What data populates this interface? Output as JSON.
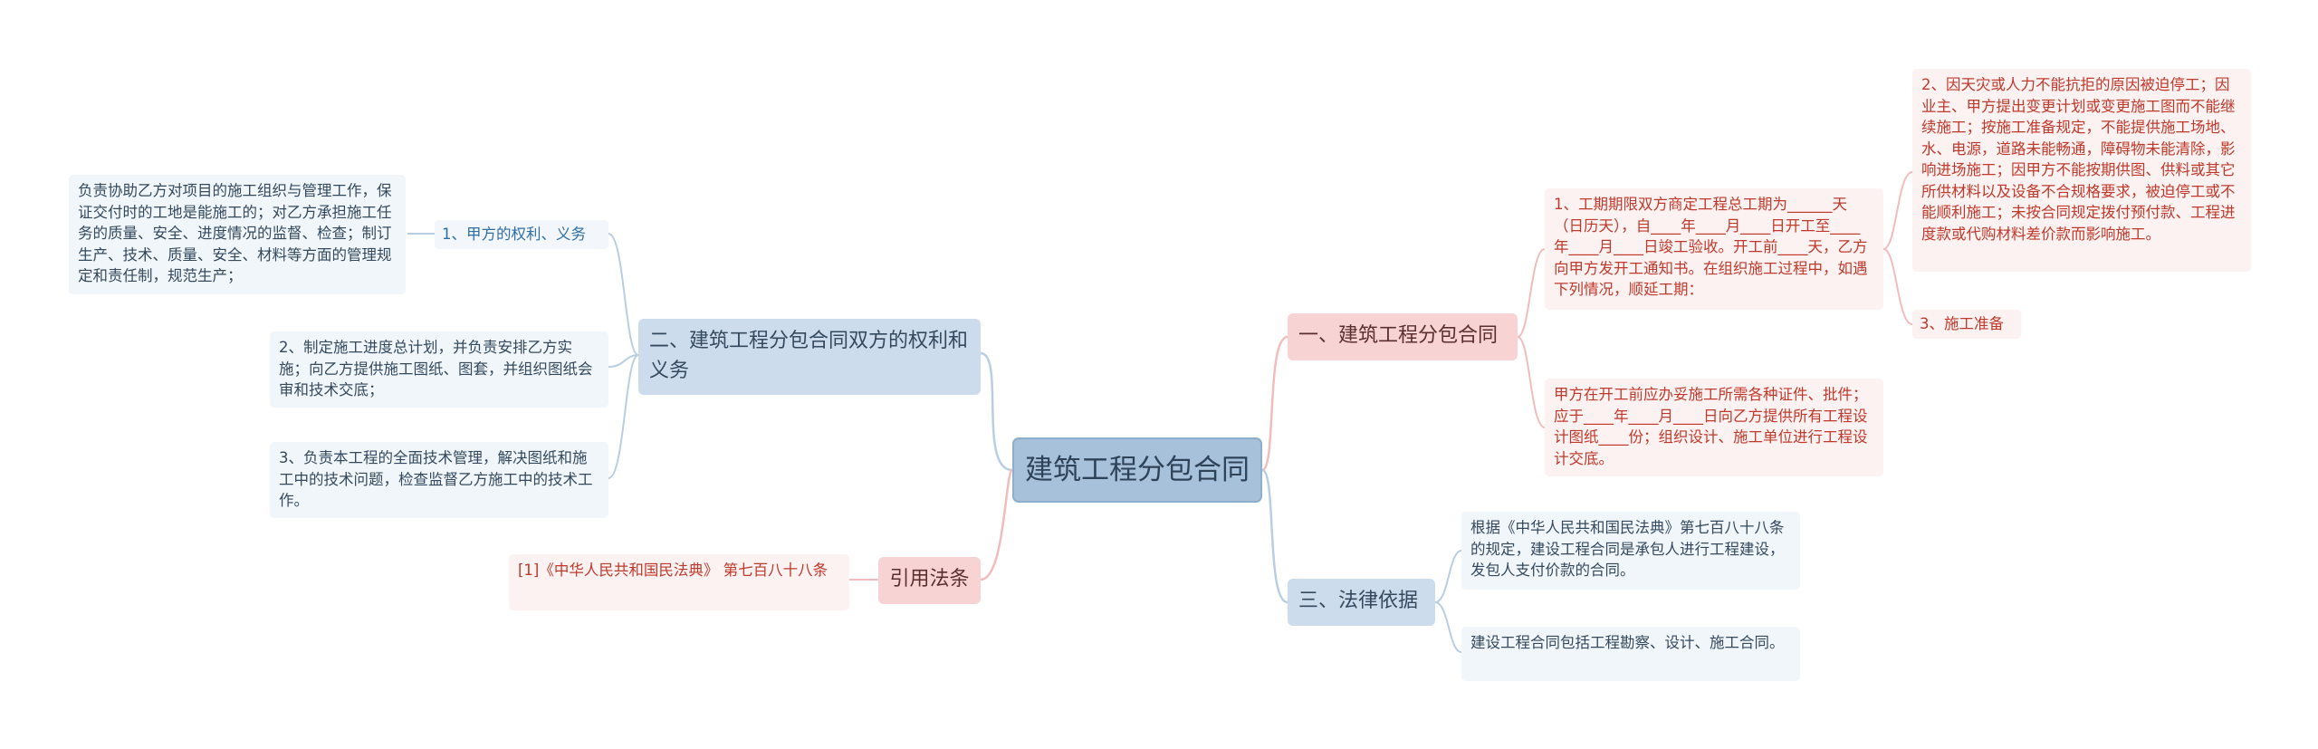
{
  "mindmap": {
    "root": "建筑工程分包合同",
    "left": {
      "rights": {
        "title": "二、建筑工程分包合同双方的权利和义务",
        "party_a_label": "1、甲方的权利、义务",
        "party_a_detail": "负责协助乙方对项目的施工组织与管理工作，保证交付时的工地是能施工的；对乙方承担施工任务的质量、安全、进度情况的监督、检查；制订生产、技术、质量、安全、材料等方面的管理规定和责任制，规范生产；",
        "item2": "2、制定施工进度总计划，并负责安排乙方实施；向乙方提供施工图纸、图套，并组织图纸会审和技术交底；",
        "item3": "3、负责本工程的全面技术管理，解决图纸和施工中的技术问题，检查监督乙方施工中的技术工作。"
      },
      "citation": {
        "title": "引用法条",
        "ref": "[1]《中华人民共和国民法典》 第七百八十八条"
      }
    },
    "right": {
      "contract": {
        "title": "一、建筑工程分包合同",
        "period": "1、工期期限双方商定工程总工期为______天（日历天），自____年____月____日开工至____年____月____日竣工验收。开工前____天，乙方向甲方发开工通知书。在组织施工过程中，如遇下列情况，顺延工期：",
        "delay_reason": "2、因天灾或人力不能抗拒的原因被迫停工；因业主、甲方提出变更计划或变更施工图而不能继续施工；按施工准备规定，不能提供施工场地、水、电源，道路未能畅通，障碍物未能清除，影响进场施工；因甲方不能按期供图、供料或其它所供材料以及设备不合规格要求，被迫停工或不能顺利施工；未按合同规定拨付预付款、工程进度款或代购材料差价款而影响施工。",
        "prep_label": "3、施工准备",
        "prep_detail": "甲方在开工前应办妥施工所需各种证件、批件；应于____年____月____日向乙方提供所有工程设计图纸____份；组织设计、施工单位进行工程设计交底。"
      },
      "law": {
        "title": "三、法律依据",
        "basis1": "根据《中华人民共和国民法典》第七百八十八条的规定，建设工程合同是承包人进行工程建设，发包人支付价款的合同。",
        "basis2": "建设工程合同包括工程勘察、设计、施工合同。"
      }
    },
    "colors": {
      "root_fill": "#a7c1db",
      "blue_branch": "#cddced",
      "pink_branch": "#f7d3d3",
      "blue_line": "#b9cee3",
      "pink_line": "#f1bcbc"
    }
  }
}
